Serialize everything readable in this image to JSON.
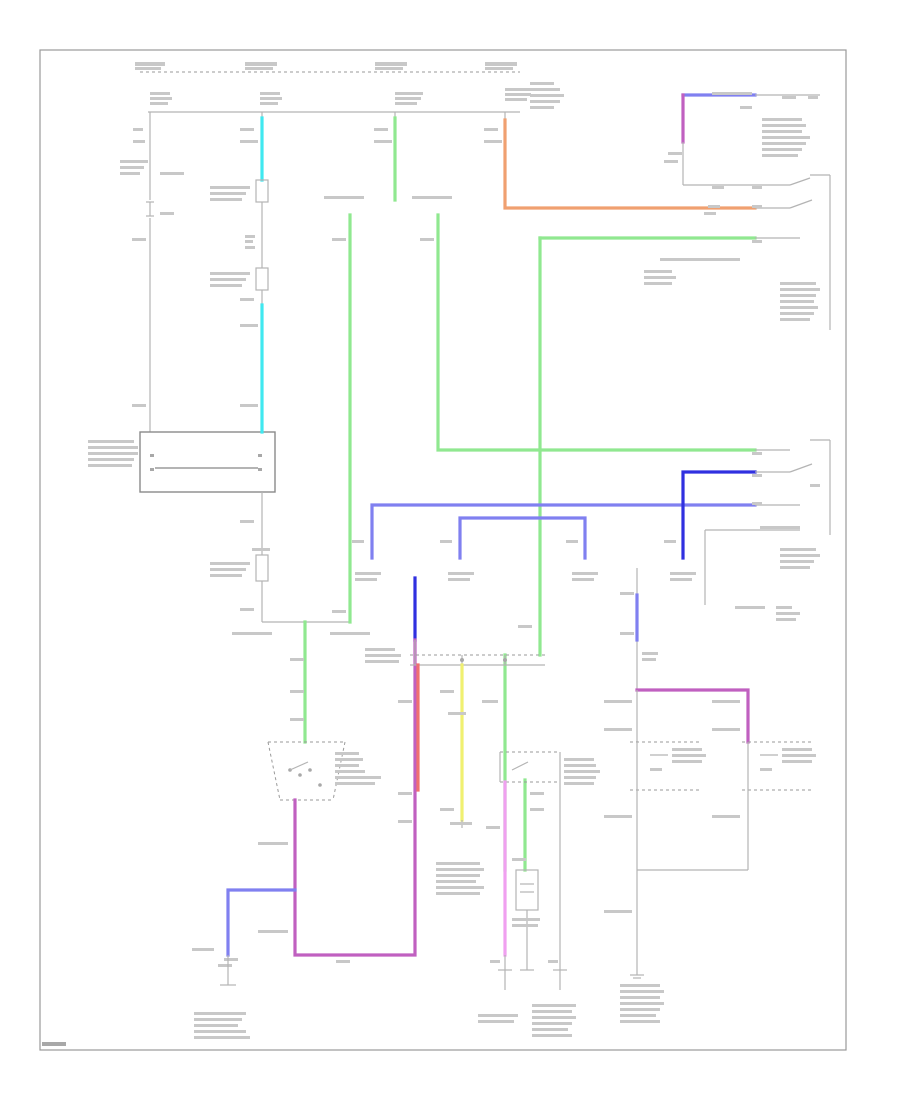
{
  "diagram": {
    "page_id": "",
    "colors": {
      "background": "#ffffff",
      "frame": "#9a9a9a",
      "plain_wire": "#b4b4b4",
      "light_blue": "#40e8f0",
      "green": "#90e890",
      "orange": "#f0a070",
      "violet": "#8080f0",
      "blue": "#3030e0",
      "pink_violet": "#c060c0",
      "red": "#f07070",
      "yellow": "#f0f070",
      "pink": "#f0a0f0"
    },
    "wires": [
      {
        "id": "w-light-blue",
        "color": "light_blue"
      },
      {
        "id": "w-green-1",
        "color": "green"
      },
      {
        "id": "w-green-2",
        "color": "green"
      },
      {
        "id": "w-green-3",
        "color": "green"
      },
      {
        "id": "w-green-4",
        "color": "green"
      },
      {
        "id": "w-green-5",
        "color": "green"
      },
      {
        "id": "w-orange",
        "color": "orange"
      },
      {
        "id": "w-violet",
        "color": "violet"
      },
      {
        "id": "w-blue",
        "color": "blue"
      },
      {
        "id": "w-pink-violet",
        "color": "pink_violet"
      },
      {
        "id": "w-red",
        "color": "red"
      },
      {
        "id": "w-yellow",
        "color": "yellow"
      },
      {
        "id": "w-pink",
        "color": "pink"
      }
    ],
    "components": [
      {
        "id": "fuse-1",
        "icon": "fuse-icon"
      },
      {
        "id": "fuse-2",
        "icon": "fuse-icon"
      },
      {
        "id": "fuse-3",
        "icon": "fuse-icon"
      },
      {
        "id": "fuse-4",
        "icon": "fuse-icon"
      },
      {
        "id": "relay-module",
        "icon": "module-box-icon"
      },
      {
        "id": "connector-1",
        "icon": "connector-icon"
      },
      {
        "id": "connector-2",
        "icon": "connector-icon"
      },
      {
        "id": "switch-assembly",
        "icon": "switch-icon"
      },
      {
        "id": "junction-bar",
        "icon": "junction-icon"
      },
      {
        "id": "stop-lamp-switch",
        "icon": "switch-icon"
      },
      {
        "id": "left-lamp",
        "icon": "lamp-icon"
      },
      {
        "id": "right-lamp",
        "icon": "lamp-icon"
      },
      {
        "id": "ground-1",
        "icon": "ground-icon"
      },
      {
        "id": "ground-2",
        "icon": "ground-icon"
      },
      {
        "id": "ground-3",
        "icon": "ground-icon"
      },
      {
        "id": "ground-4",
        "icon": "ground-icon"
      },
      {
        "id": "ground-5",
        "icon": "ground-icon"
      }
    ]
  }
}
